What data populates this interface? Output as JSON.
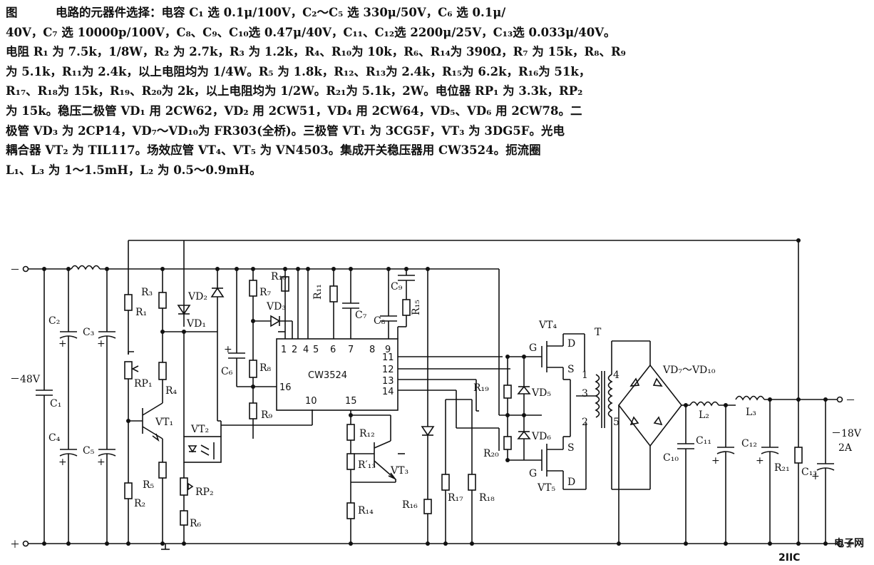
{
  "description": {
    "caption": "图",
    "lines": [
      "电路的元器件选择：电容 C₁ 选 0.1μ/100V，C₂～C₅ 选 330μ/50V，C₆ 选 0.1μ/",
      "40V，C₇ 选 10000p/100V，C₈、C₉、C₁₀选 0.47μ/40V，C₁₁、C₁₂选 2200μ/25V，C₁₃选 0.033μ/40V。",
      "电阻 R₁ 为 7.5k，1/8W，R₂ 为 2.7k，R₃ 为 1.2k，R₄、R₁₀为 10k，R₆、R₁₄为 390Ω，R₇ 为 15k，R₈、R₉",
      "为 5.1k，R₁₁为 2.4k，以上电阻均为 1/4W。R₅ 为 1.8k，R₁₂、R₁₃为 2.4k，R₁₅为 6.2k，R₁₆为 51k，",
      "R₁₇、R₁₈为 15k，R₁₉、R₂₀为 2k，以上电阻均为 1/2W。R₂₁为 5.1k，2W。电位器 RP₁ 为 3.3k，RP₂",
      "为 15k。稳压二极管 VD₁ 用 2CW62，VD₂ 用 2CW51，VD₄ 用 2CW64，VD₅、VD₆ 用 2CW78。二",
      "极管 VD₃ 为 2CP14，VD₇～VD₁₀为 FR303(全桥)。三极管 VT₁ 为 3CG5F，VT₃ 为 3DG5F。光电",
      "耦合器 VT₂ 为 TIL117。场效应管 VT₄、VT₅ 为 VN4503。集成开关稳压器用 CW3524。扼流圈",
      "L₁、L₃ 为 1～1.5mH，L₂ 为 0.5～0.9mH。"
    ]
  },
  "schematic": {
    "terminals": {
      "in_neg": "－",
      "in_pos": "＋",
      "out_neg": "－",
      "out_pos": "＋"
    },
    "input_voltage": "－48V",
    "output_voltage": "－18V",
    "output_current": "2A",
    "ic": {
      "name": "CW3524",
      "pins_top": [
        "1",
        "2",
        "4",
        "5",
        "6",
        "7",
        "8",
        "9"
      ],
      "pins_right": [
        "11",
        "12",
        "13",
        "14"
      ],
      "pin_left": "16",
      "pins_bottom": [
        "10",
        "15"
      ]
    },
    "resistors": [
      "R₃",
      "R₁",
      "R₄",
      "R₅",
      "R₂",
      "R₆",
      "R₇",
      "R₁₀",
      "R₈",
      "R₉",
      "R₁₁",
      "R₁₅",
      "R₁₂",
      "R′₁₃",
      "R₁₄",
      "R₁₆",
      "R₁₇",
      "R₁₈",
      "R₁₉",
      "R₂₀",
      "R₂₁"
    ],
    "capacitors": [
      "C₂",
      "C₃",
      "C₁",
      "C₄",
      "C₅",
      "C₆",
      "C₇",
      "C₈",
      "C₉",
      "C₁₀",
      "C₁₁",
      "C₁₂",
      "C₁₃"
    ],
    "potentiometers": [
      "RP₁",
      "RP₂"
    ],
    "diodes": [
      "VD₂",
      "VD₁",
      "VD₃",
      "VD₅",
      "VD₆",
      "VD₇～VD₁₀"
    ],
    "transistors": [
      "VT₁",
      "VT₂",
      "VT₃",
      "VT₄",
      "VT₅"
    ],
    "transformer": {
      "name": "T",
      "pins": [
        "1",
        "3",
        "2",
        "4",
        "5"
      ]
    },
    "inductors": [
      "L₂",
      "L₃"
    ],
    "mosfet_pins": {
      "gate": "G",
      "drain": "D",
      "source": "S"
    },
    "polarity_mark": "+",
    "watermark": {
      "text": "2IIC",
      "sub": "电子网"
    }
  }
}
